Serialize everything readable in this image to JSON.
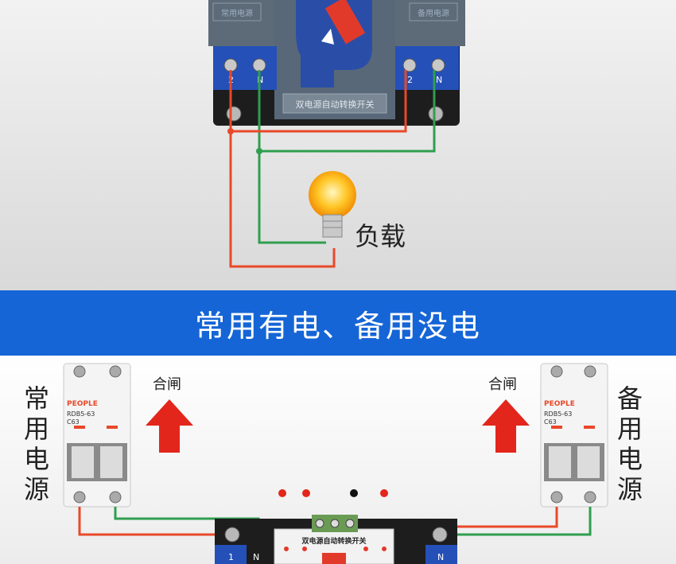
{
  "top": {
    "switch_label": "双电源自动转换开关",
    "left_terminal": "2",
    "left_neutral": "N",
    "right_terminal": "2",
    "right_neutral": "N",
    "load_label": "负载",
    "cap_left_text": "常用电源",
    "cap_right_text": "备用电源"
  },
  "banner": {
    "title": "常用有电、备用没电"
  },
  "bottom": {
    "left_side_label": [
      "常",
      "用",
      "电",
      "源"
    ],
    "right_side_label": [
      "备",
      "用",
      "电",
      "源"
    ],
    "left_close_label": "合闸",
    "right_close_label": "合闸",
    "breaker_brand": "PEOPLE",
    "breaker_model": "RDB5-63",
    "breaker_rating": "C63",
    "ats_label": "双电源自动转换开关",
    "terminal_left": "1",
    "terminal_left_n": "N",
    "terminal_right_n": "N"
  },
  "colors": {
    "banner_blue": "#1565d6",
    "wire_red": "#e8492a",
    "wire_green": "#2f9e4f",
    "arrow_red": "#e3261c",
    "handle_blue": "#2a4ea8"
  }
}
